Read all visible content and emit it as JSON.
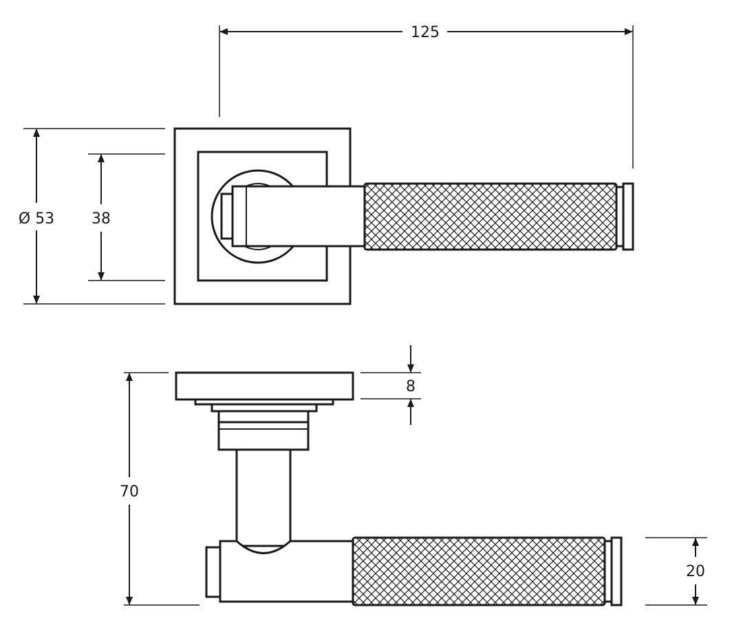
{
  "dimensions": {
    "overall_length": "125",
    "rose_size": "Ø 53",
    "inner_square": "38",
    "rose_thickness": "8",
    "projection": "70",
    "lever_diameter": "20"
  },
  "colors": {
    "line": "#1a1a1a",
    "background": "#ffffff"
  }
}
